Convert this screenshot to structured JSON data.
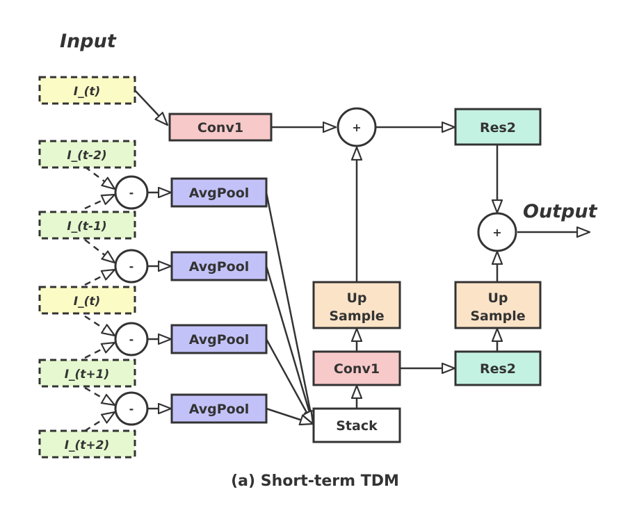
{
  "diagram": {
    "input_heading": "Input",
    "output_heading": "Output",
    "caption": "(a) Short-term TDM",
    "colors": {
      "input_yellow": "#fbfbc6",
      "input_green": "#e5f8cf",
      "conv_pink": "#f8c9c9",
      "pool_purple": "#c3c2f8",
      "res_green": "#c4f2e2",
      "upsample_orange": "#fbe3c7",
      "stroke": "#333333"
    },
    "inputs": {
      "top": "I_(t)",
      "t_minus_2": "I_(t-2)",
      "t_minus_1": "I_(t-1)",
      "t_mid": "I_(t)",
      "t_plus_1": "I_(t+1)",
      "t_plus_2": "I_(t+2)"
    },
    "ops": {
      "minus": "-",
      "plus": "+"
    },
    "blocks": {
      "conv1_top": "Conv1",
      "avgpool": "AvgPool",
      "res2_top": "Res2",
      "upsample_line1": "Up",
      "upsample_line2": "Sample",
      "conv1_bottom": "Conv1",
      "res2_bottom": "Res2",
      "stack": "Stack"
    }
  }
}
